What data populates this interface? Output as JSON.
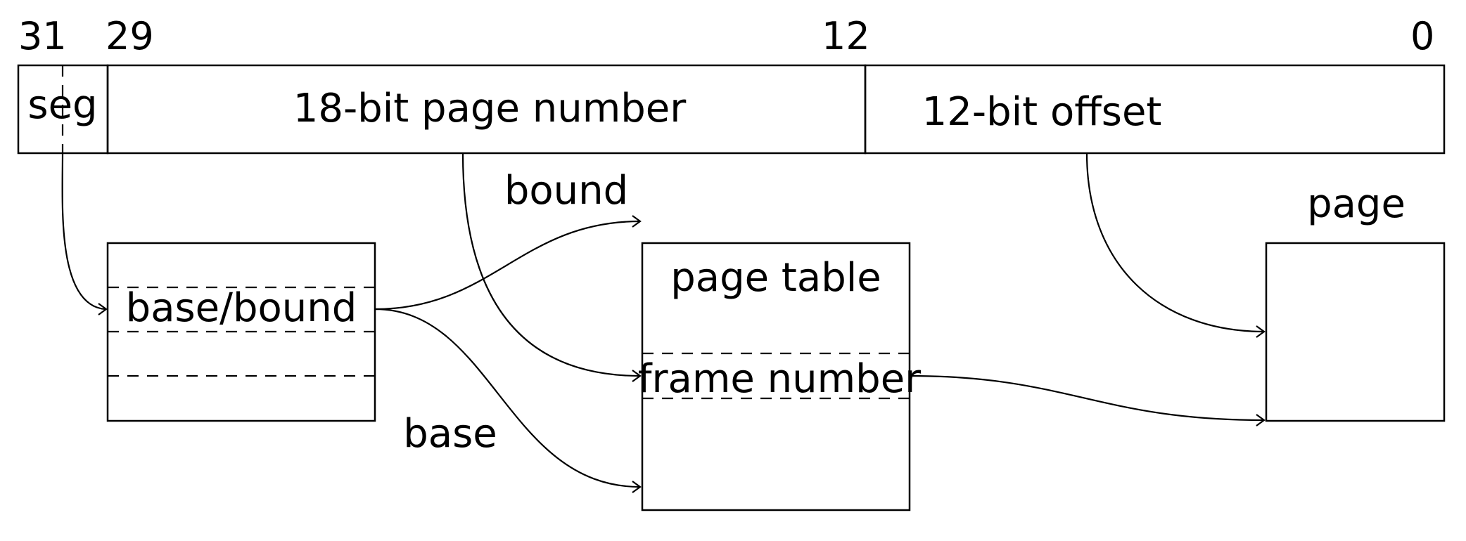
{
  "bit_positions": {
    "b31": "31",
    "b29": "29",
    "b12": "12",
    "b0": "0"
  },
  "address": {
    "seg": "seg",
    "page_number": "18-bit page number",
    "offset": "12-bit offset"
  },
  "segment_table": {
    "entry": "base/bound"
  },
  "labels": {
    "bound": "bound",
    "base": "base",
    "page": "page"
  },
  "page_table": {
    "title": "page table",
    "entry": "frame number"
  }
}
